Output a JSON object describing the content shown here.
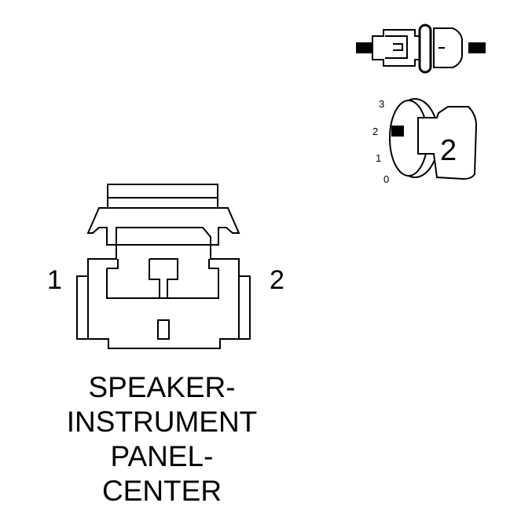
{
  "connector": {
    "pin_left_label": "1",
    "pin_right_label": "2"
  },
  "position_indicator": {
    "scale_labels": [
      "3",
      "2",
      "1",
      "0"
    ],
    "value_label": "2"
  },
  "title_lines": [
    "SPEAKER-",
    "INSTRUMENT",
    "PANEL-",
    "CENTER"
  ]
}
